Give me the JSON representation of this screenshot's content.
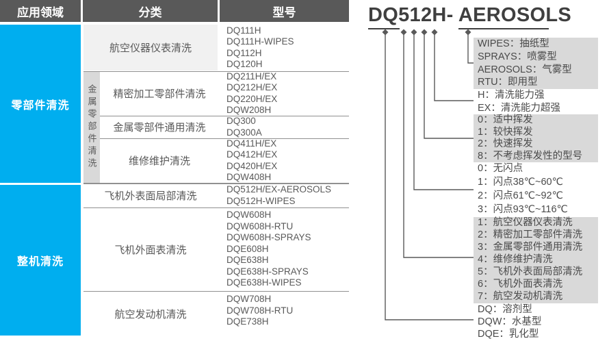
{
  "table": {
    "headers": [
      "应用领域",
      "分类",
      "型号"
    ],
    "area1": "零部件清洗",
    "area2": "整机清洗",
    "subgroup": "金属零部件清洗",
    "rows": [
      {
        "category": "航空仪器仪表清洗",
        "models": [
          "DQ111H",
          "DQ111H-WIPES",
          "DQ112H",
          "DQ120H"
        ]
      },
      {
        "category": "精密加工零部件清洗",
        "models": [
          "DQ211H/EX",
          "DQ212H/EX",
          "DQ220H/EX",
          "DQW208H"
        ]
      },
      {
        "category": "金属零部件通用清洗",
        "models": [
          "DQ300",
          "DQ300A"
        ]
      },
      {
        "category": "维修维护清洗",
        "models": [
          "DQ411H/EX",
          "DQ412H/EX",
          "DQ420H/EX",
          "DQW408H"
        ]
      },
      {
        "category": "飞机外表面局部清洗",
        "models": [
          "DQ512H/EX-AEROSOLS",
          "DQ512H-WIPES"
        ]
      },
      {
        "category": "飞机外面表清洗",
        "models": [
          "DQW608H",
          "DQW608H-RTU",
          "DQW608H-SPRAYS",
          "DQE608H",
          "DQE638H",
          "DQE638H-SPRAYS",
          "DQE638H-WIPES"
        ]
      },
      {
        "category": "航空发动机清洗",
        "models": [
          "DQW708H",
          "DQW708H-RTU",
          "DQE738H"
        ]
      }
    ]
  },
  "diagram": {
    "title": "DQ512H- AEROSOLS",
    "legend_blocks": [
      {
        "name": "suffix-types",
        "shaded": true,
        "lines": [
          "WIPES：抽纸型",
          "SPRAYS：喷雾型",
          "AEROSOLS：气雾型",
          "RTU：即用型"
        ]
      },
      {
        "name": "cleaning-power",
        "shaded": false,
        "lines": [
          "H：清洗能力强",
          "EX：清洗能力超强"
        ]
      },
      {
        "name": "volatility",
        "shaded": true,
        "lines": [
          "0：适中挥发",
          "1：较快挥发",
          "2：快速挥发",
          "8：不考虑挥发性的型号"
        ]
      },
      {
        "name": "flash-point",
        "shaded": false,
        "lines": [
          "0：无闪点",
          "1：闪点38℃~60℃",
          "2：闪点61℃~92℃",
          "3：闪点93℃~116℃"
        ]
      },
      {
        "name": "application-codes",
        "shaded": true,
        "lines": [
          "1：航空仪器仪表清洗",
          "2：精密加工零部件清洗",
          "3：金属零部件通用清洗",
          "4：维修维护清洗",
          "5：飞机外表面局部清洗",
          "6：飞机外面表清洗",
          "7：航空发动机清洗"
        ]
      },
      {
        "name": "base-types",
        "shaded": false,
        "lines": [
          "DQ：溶剂型",
          "DQW：水基型",
          "DQE：乳化型"
        ]
      }
    ]
  },
  "colors": {
    "accent_blue": "#00AEEF",
    "header_gray": "#595959",
    "shade_gray": "#D9D9D9",
    "row_shade": "#F1F1F1",
    "line_gray": "#909090",
    "text_dark": "#4A4A4A",
    "title_dark": "#3F3F3F"
  }
}
